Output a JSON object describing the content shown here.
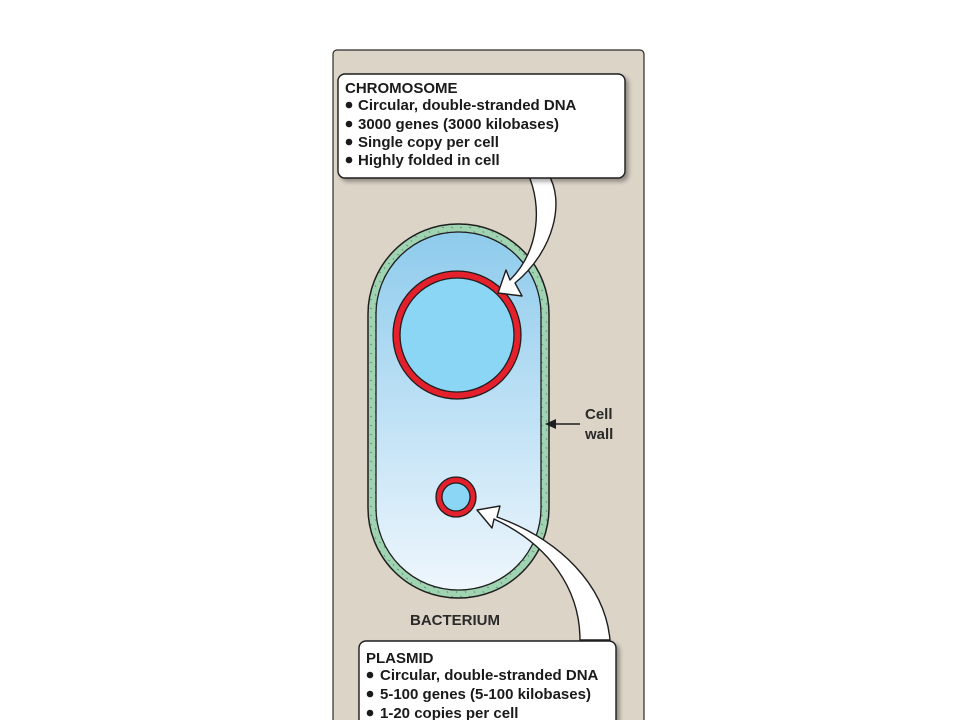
{
  "colors": {
    "panel": "#dcd4c7",
    "cell_wall": "#9fd3b2",
    "cytoplasm_top": "#8ecbec",
    "cytoplasm_bottom": "#eef6fc",
    "dna_ring": "#e3202c",
    "dna_inner": "#8ad6f4",
    "arrow": "#ffffff",
    "outline": "#1e1e1e"
  },
  "chromosome_box": {
    "title": "CHROMOSOME",
    "items": [
      "Circular, double-stranded DNA",
      "3000 genes (3000 kilobases)",
      "Single copy per cell",
      "Highly folded in cell"
    ]
  },
  "plasmid_box": {
    "title": "PLASMID",
    "items": [
      "Circular, double-stranded DNA",
      "5-100 genes (5-100 kilobases)",
      "1-20 copies per cell"
    ]
  },
  "labels": {
    "cell_wall": [
      "Cell",
      "wall"
    ],
    "bacterium": "BACTERIUM"
  },
  "icons": {
    "bullet": "bullet-icon",
    "arrow": "callout-arrow-icon"
  }
}
